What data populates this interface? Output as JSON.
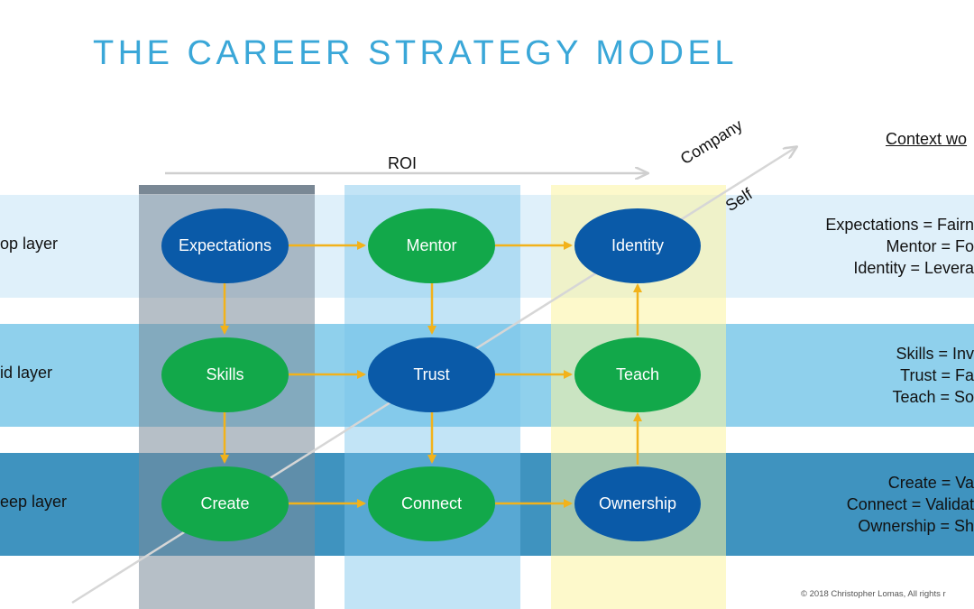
{
  "title": "THE CAREER STRATEGY MODEL",
  "axis": {
    "roi_label": "ROI",
    "company_label": "Company",
    "self_label": "Self"
  },
  "layers": {
    "top": "op layer",
    "mid": "id layer",
    "deep": "eep layer"
  },
  "nodes": {
    "expectations": "Expectations",
    "mentor": "Mentor",
    "identity": "Identity",
    "skills": "Skills",
    "trust": "Trust",
    "teach": "Teach",
    "create": "Create",
    "connect": "Connect",
    "ownership": "Ownership"
  },
  "context": {
    "heading": "Context wo",
    "top": [
      "Expectations = Fairn",
      "Mentor = Fo",
      "Identity = Levera"
    ],
    "mid": [
      "Skills = Inv",
      "Trust = Fa",
      "Teach = So"
    ],
    "deep": [
      "Create = Va",
      "Connect = Validat",
      "Ownership = Sh"
    ]
  },
  "copyright": "© 2018 Christopher Lomas, All rights r",
  "colors": {
    "title": "#3aa7d8",
    "node_blue": "#0a5aa8",
    "node_green": "#12a84a",
    "arrow": "#f2b21a",
    "band_top": "#dff0fa",
    "band_mid": "#8fd0ec",
    "band_deep": "#3f93bf"
  }
}
